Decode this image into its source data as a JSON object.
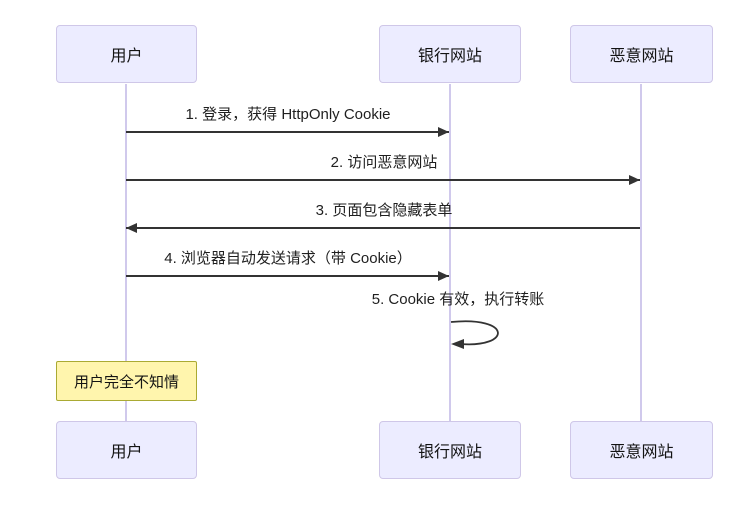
{
  "diagram": {
    "type": "sequence",
    "actors": [
      {
        "id": "user",
        "label": "用户"
      },
      {
        "id": "bank",
        "label": "银行网站"
      },
      {
        "id": "evil",
        "label": "恶意网站"
      }
    ],
    "messages": [
      {
        "label": "1. 登录，获得 HttpOnly Cookie",
        "from": "用户",
        "to": "银行网站",
        "arrow": "solid-right"
      },
      {
        "label": "2. 访问恶意网站",
        "from": "用户",
        "to": "恶意网站",
        "arrow": "solid-right"
      },
      {
        "label": "3. 页面包含隐藏表单",
        "from": "恶意网站",
        "to": "用户",
        "arrow": "solid-left"
      },
      {
        "label": "4. 浏览器自动发送请求（带 Cookie）",
        "from": "用户",
        "to": "银行网站",
        "arrow": "solid-right"
      },
      {
        "label": "5. Cookie 有效，执行转账",
        "from": "银行网站",
        "to": "银行网站",
        "arrow": "self-loop"
      }
    ],
    "note": {
      "label": "用户完全不知情",
      "position": "over 用户"
    },
    "colors": {
      "actor_fill": "#ECECFF",
      "actor_border": "#CFC7E8",
      "lifeline": "#D0C9EC",
      "note_fill": "#FFF5AD",
      "note_border": "#AAAA33",
      "message_line": "#333333",
      "text": "#1F1F1F"
    }
  }
}
